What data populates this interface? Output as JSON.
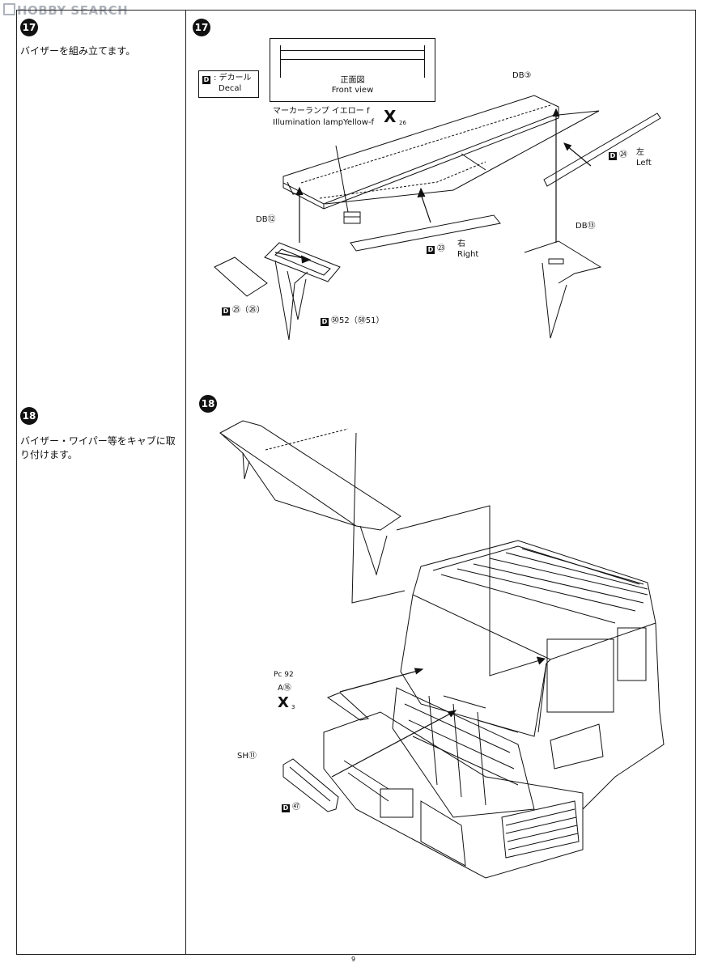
{
  "watermark": "HOBBY SEARCH",
  "steps": {
    "step17": {
      "number": "17",
      "instruction": "バイザーを組み立てます。"
    },
    "step18": {
      "number": "18",
      "instruction": "バイザー・ワイパー等をキャブに取り付けます。"
    }
  },
  "legend": {
    "symbol": "D",
    "ja": ": デカール",
    "en": "Decal"
  },
  "front_view": {
    "ja": "正面図",
    "en": "Front view"
  },
  "marker_lamp": {
    "ja": "マーカーランプ イエロー f",
    "en": "Illumination lampYellow-f",
    "paint_code": "26"
  },
  "parts17": {
    "db3": "DB③",
    "d24": "㉔",
    "d24_ja": "左",
    "d24_en": "Left",
    "db12": "DB⑫",
    "db13": "DB⑬",
    "d23": "㉓",
    "d23_ja": "右",
    "d23_en": "Right",
    "d25": "㉕（㉖）",
    "d52": "㊿52（㊿51）"
  },
  "parts18": {
    "pc92": "Pc 92",
    "a16": "A⑯",
    "x3": "3",
    "sh11": "SH⑪",
    "d47": "㊼"
  },
  "page_number": "9"
}
